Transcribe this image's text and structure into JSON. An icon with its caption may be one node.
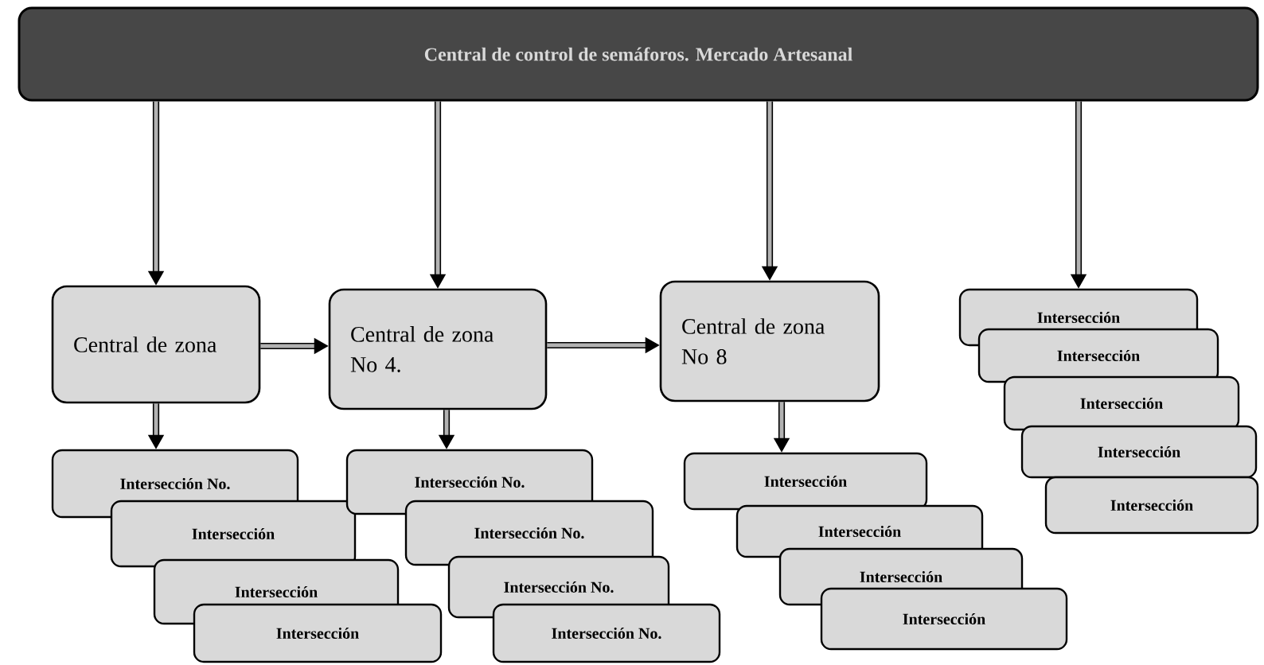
{
  "diagram": {
    "nodes": [
      {
        "text": [
          "Central de control de semáforos. Mercado Artesanal"
        ]
      },
      {
        "text": [
          "Central de zona"
        ]
      },
      {
        "text": [
          "Central de zona No 4."
        ]
      },
      {
        "text": [
          "Central de zona No 8"
        ]
      },
      {
        "text": [
          "Intersección No."
        ]
      },
      {
        "text": [
          "Intersección"
        ]
      },
      {
        "text": [
          "Intersección"
        ]
      },
      {
        "text": [
          "Intersección"
        ]
      },
      {
        "text": [
          "Intersección No."
        ]
      },
      {
        "text": [
          "Intersección No."
        ]
      },
      {
        "text": [
          "Intersección No."
        ]
      },
      {
        "text": [
          "Intersección No."
        ]
      },
      {
        "text": [
          "Intersección"
        ]
      },
      {
        "text": [
          "Intersección"
        ]
      },
      {
        "text": [
          "Intersección"
        ]
      },
      {
        "text": [
          "Intersección"
        ]
      },
      {
        "text": [
          "Intersección"
        ]
      },
      {
        "text": [
          "Intersección"
        ]
      },
      {
        "text": [
          "Intersección"
        ]
      },
      {
        "text": [
          "Intersección"
        ]
      },
      {
        "text": [
          "Intersección"
        ]
      }
    ],
    "edges": [
      {
        "from": 0,
        "to": 1,
        "arrow": "to"
      },
      {
        "from": 0,
        "to": 2,
        "arrow": "to"
      },
      {
        "from": 0,
        "to": 3,
        "arrow": "to"
      },
      {
        "from": 0,
        "to": 16,
        "arrow": "to"
      },
      {
        "from": 1,
        "to": 2,
        "arrow": "to"
      },
      {
        "from": 2,
        "to": 3,
        "arrow": "to"
      },
      {
        "from": 1,
        "to": 4,
        "arrow": "to"
      },
      {
        "from": 2,
        "to": 8,
        "arrow": "to"
      },
      {
        "from": 3,
        "to": 12,
        "arrow": "to"
      }
    ]
  }
}
